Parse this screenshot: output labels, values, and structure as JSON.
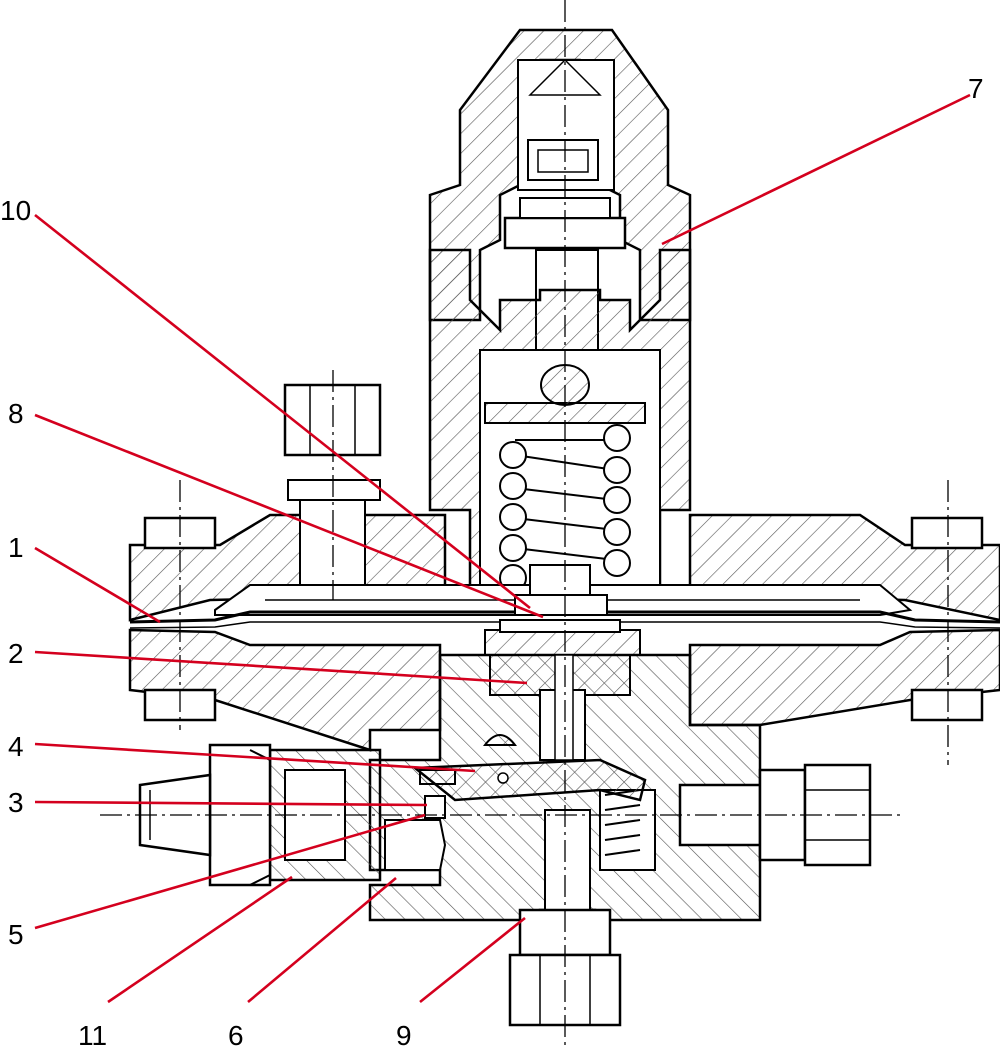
{
  "colors": {
    "outline": "#000000",
    "hatch": "#444444",
    "leader": "#d4001e",
    "background": "#ffffff"
  },
  "callouts": [
    {
      "id": "c7",
      "text": "7"
    },
    {
      "id": "c10",
      "text": "10"
    },
    {
      "id": "c8",
      "text": "8"
    },
    {
      "id": "c1",
      "text": "1"
    },
    {
      "id": "c2",
      "text": "2"
    },
    {
      "id": "c4",
      "text": "4"
    },
    {
      "id": "c3",
      "text": "3"
    },
    {
      "id": "c5",
      "text": "5"
    },
    {
      "id": "c11",
      "text": "11"
    },
    {
      "id": "c6",
      "text": "6"
    },
    {
      "id": "c9",
      "text": "9"
    }
  ]
}
